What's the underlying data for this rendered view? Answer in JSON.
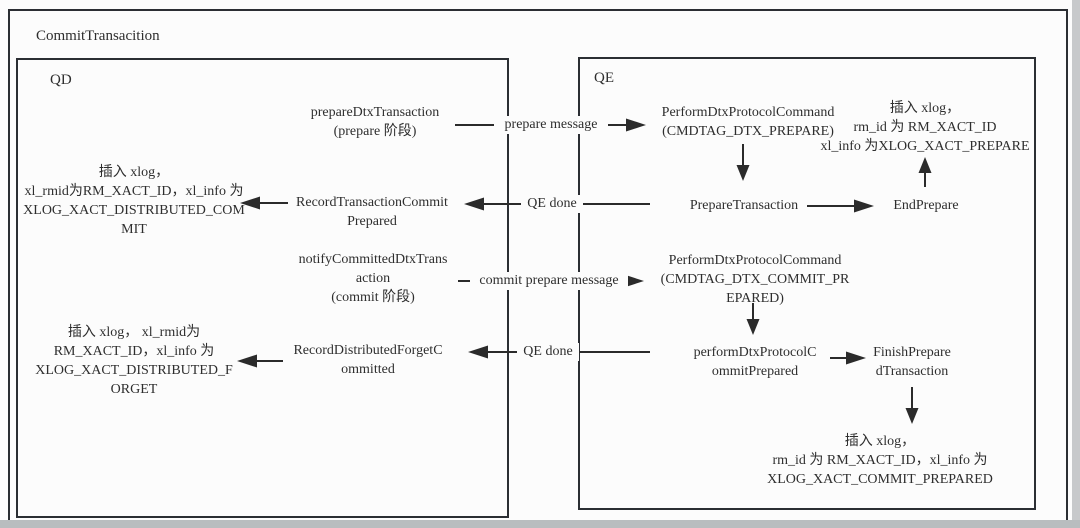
{
  "diagram": {
    "title": "CommitTransacition",
    "lanes": {
      "qd_label": "QD",
      "qe_label": "QE"
    },
    "colors": {
      "line": "#2b2b2b",
      "text": "#2e2e2e",
      "border": "#2b2e33",
      "background": "#fcfcfc",
      "page_edge_right": "#c7c9cb",
      "page_edge_bottom": "#b9bdbf"
    },
    "qd": {
      "prepare_dtx": {
        "line1": "prepareDtxTransaction",
        "line2": "(prepare 阶段)"
      },
      "xlog_commit": {
        "line1": "插入 xlog，",
        "line2": "xl_rmid为RM_XACT_ID，xl_info 为",
        "line3": "XLOG_XACT_DISTRIBUTED_COM",
        "line4": "MIT"
      },
      "record_txn_commit": {
        "line1": "RecordTransactionCommit",
        "line2": "Prepared"
      },
      "notify_committed": {
        "line1": "notifyCommittedDtxTrans",
        "line2": "action",
        "line3": "(commit 阶段)"
      },
      "xlog_forget": {
        "line1": "插入 xlog， xl_rmid为",
        "line2": "RM_XACT_ID，xl_info 为",
        "line3": "XLOG_XACT_DISTRIBUTED_F",
        "line4": "ORGET"
      },
      "record_forget": {
        "line1": "RecordDistributedForgetC",
        "line2": "ommitted"
      }
    },
    "qe": {
      "perform_prepare": {
        "line1": "PerformDtxProtocolCommand",
        "line2": "(CMDTAG_DTX_PREPARE)"
      },
      "xlog_prepare": {
        "line1": "插入 xlog，",
        "line2": "rm_id 为 RM_XACT_ID",
        "line3": "xl_info 为XLOG_XACT_PREPARE"
      },
      "prepare_transaction": {
        "line1": "PrepareTransaction"
      },
      "end_prepare": {
        "line1": "EndPrepare"
      },
      "perform_commit_prepared": {
        "line1": "PerformDtxProtocolCommand",
        "line2": "(CMDTAG_DTX_COMMIT_PR",
        "line3": "EPARED)"
      },
      "perform_dtx_commit": {
        "line1": "performDtxProtocolC",
        "line2": "ommitPrepared"
      },
      "finish_prepared": {
        "line1": "FinishPrepare",
        "line2": "dTransaction"
      },
      "xlog_commit_prepared": {
        "line1": "插入 xlog，",
        "line2": "rm_id 为 RM_XACT_ID，xl_info 为",
        "line3": "XLOG_XACT_COMMIT_PREPARED"
      }
    },
    "edges": {
      "prepare_message": "prepare message",
      "qe_done_1": "QE done",
      "commit_prepare_message": "commit prepare message",
      "qe_done_2": "QE done"
    }
  }
}
